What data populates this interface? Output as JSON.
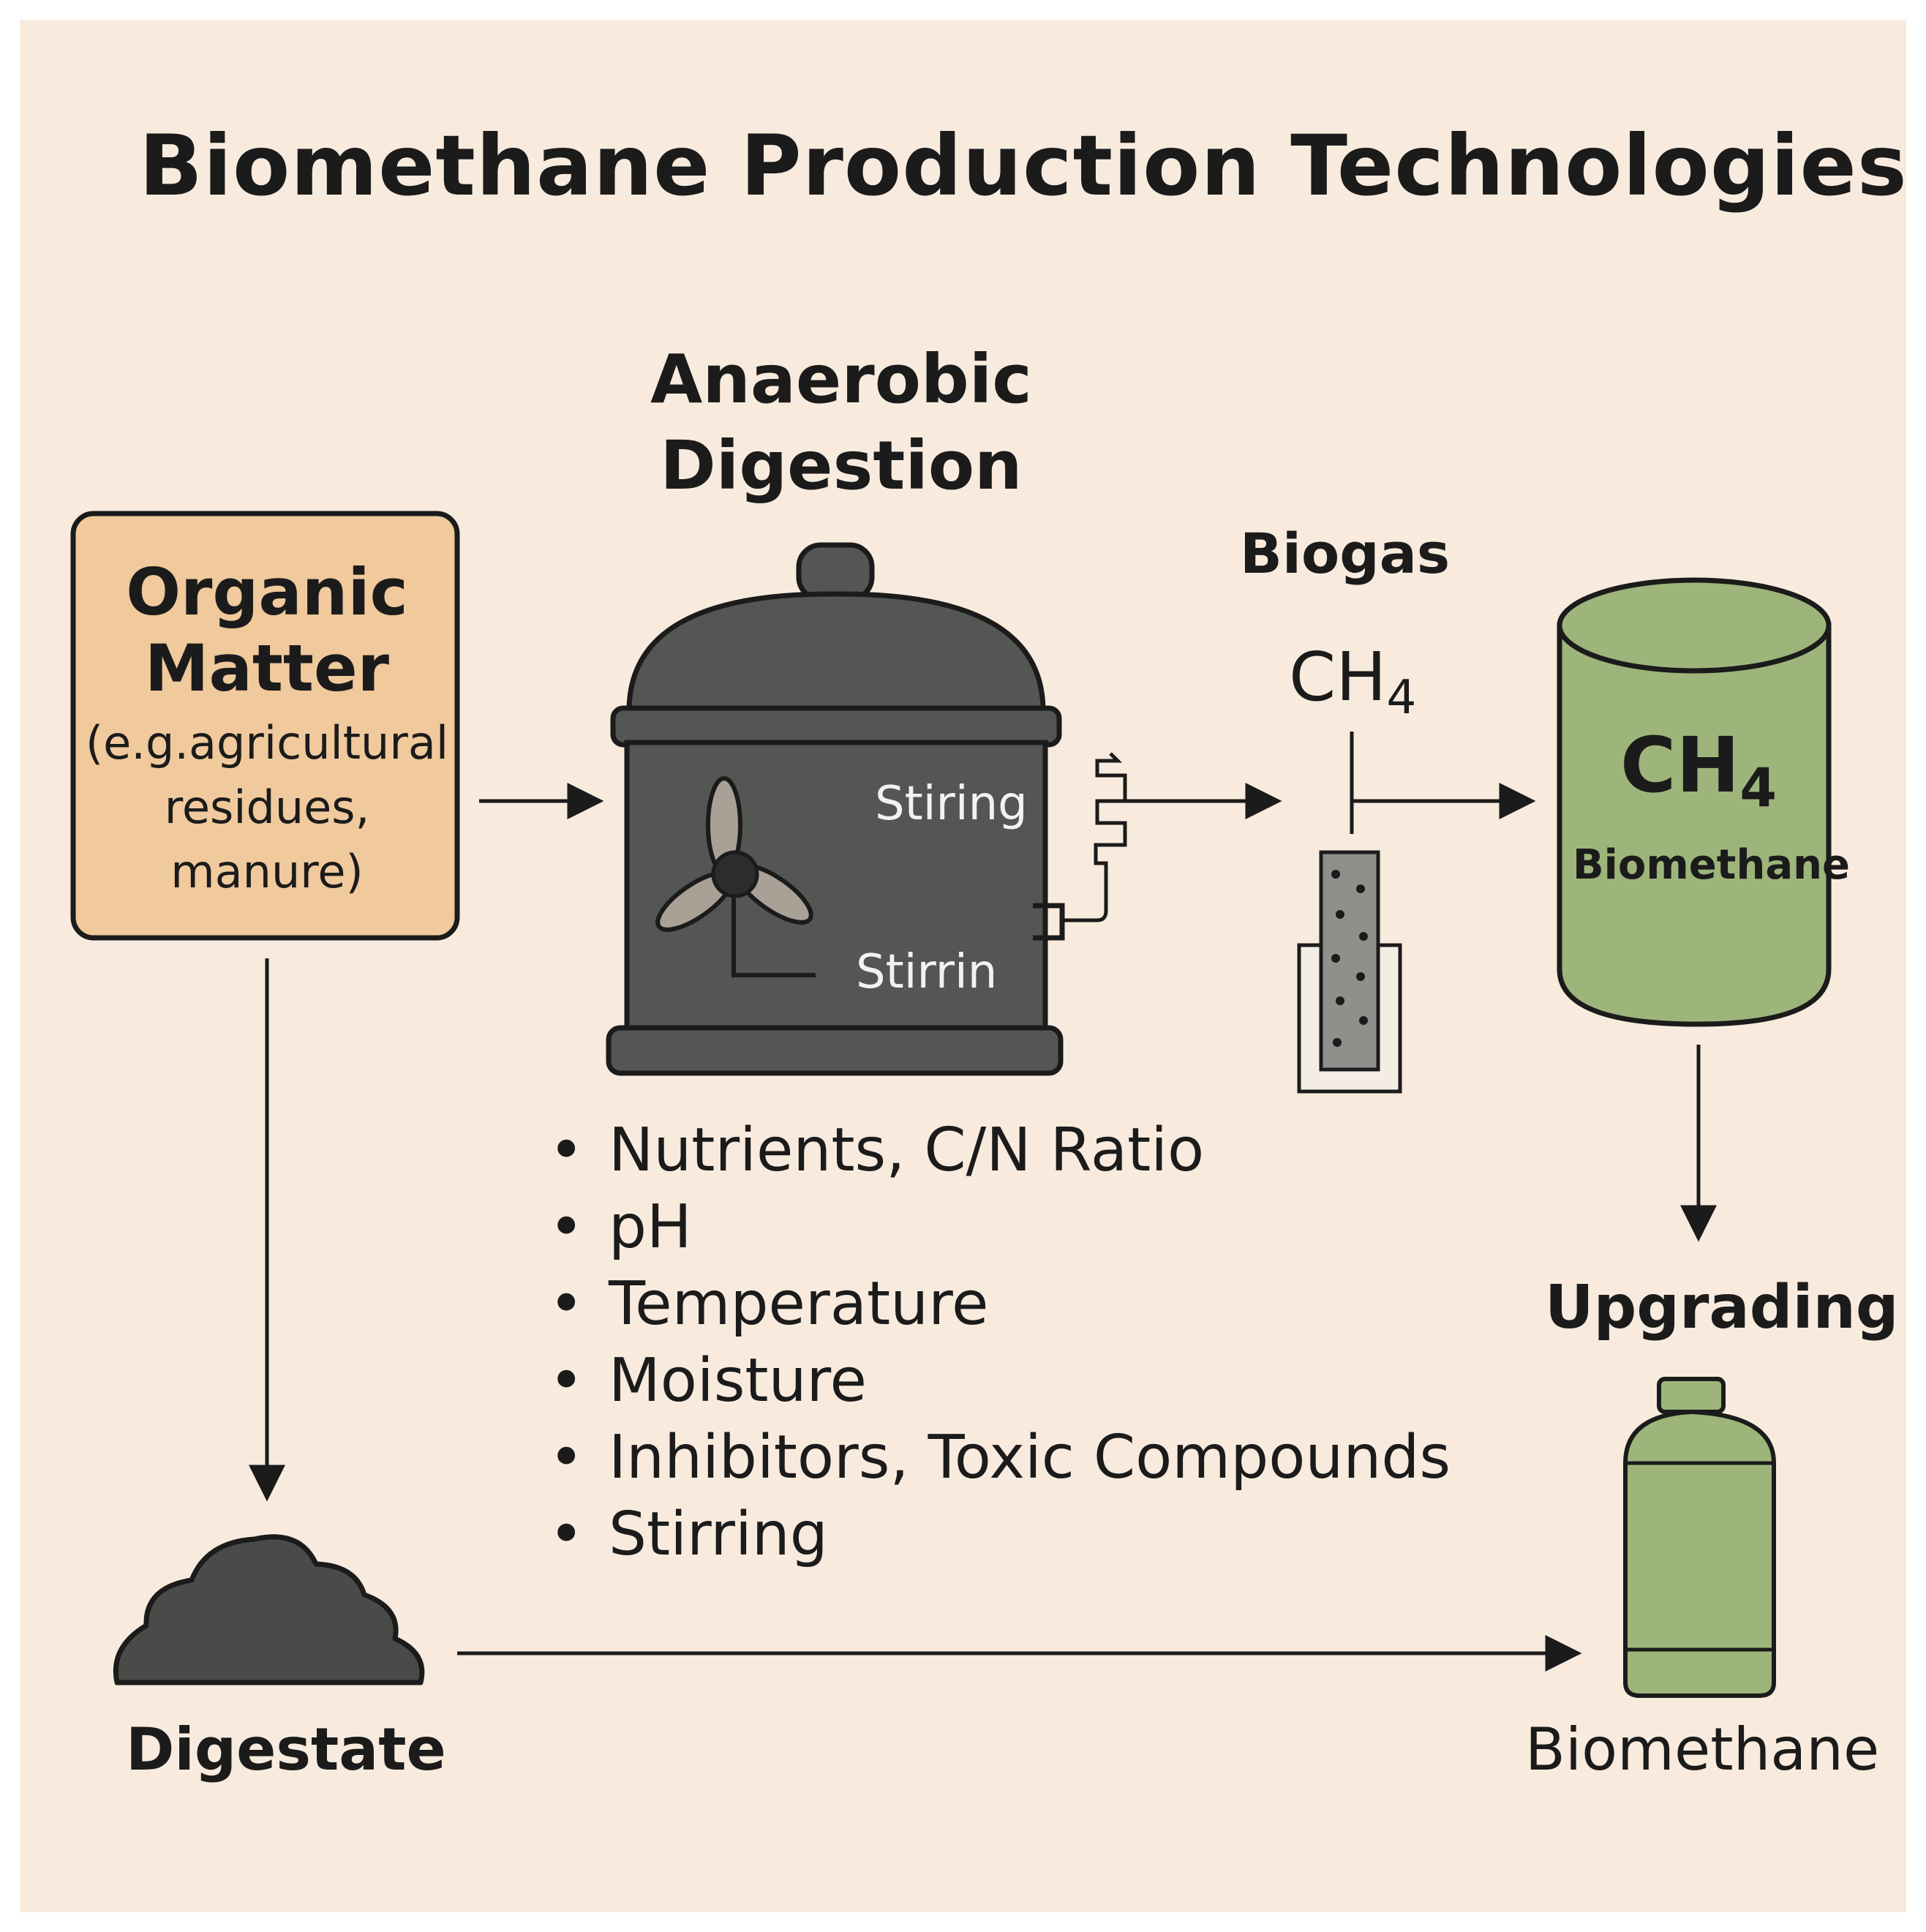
{
  "title": "Biomethane Production Technologies",
  "organic_matter": {
    "title": "Organic Matter",
    "subtitle": "(e.g.agricultural residues, manure)"
  },
  "digester": {
    "title": "Anaerobic Digestion",
    "label_top": "Stiring",
    "label_bottom": "Stirrin"
  },
  "biogas": {
    "label": "Biogas",
    "formula_main": "CH",
    "formula_sub": "4"
  },
  "tank": {
    "formula_main": "CH",
    "formula_sub": "4",
    "label": "Biomethane"
  },
  "factors": [
    "Nutrients, C/N Ratio",
    "pH",
    "Temperature",
    "Moisture",
    "Inhibitors, Toxic Compounds",
    "Stirring"
  ],
  "upgrading": "Upgrading",
  "digestate": "Digestate",
  "biomethane": "Biomethane",
  "colors": {
    "background": "#f8ebde",
    "organic_box": "#f0c99c",
    "digester": "#545653",
    "tank": "#9db57a",
    "outline": "#1b1b1b"
  },
  "icons": [
    "organic-matter-box",
    "digester-tank-icon",
    "stirrer-fan-icon",
    "biogas-filter-icon",
    "biomethane-tank-icon",
    "digestate-pile-icon",
    "gas-cylinder-icon"
  ]
}
